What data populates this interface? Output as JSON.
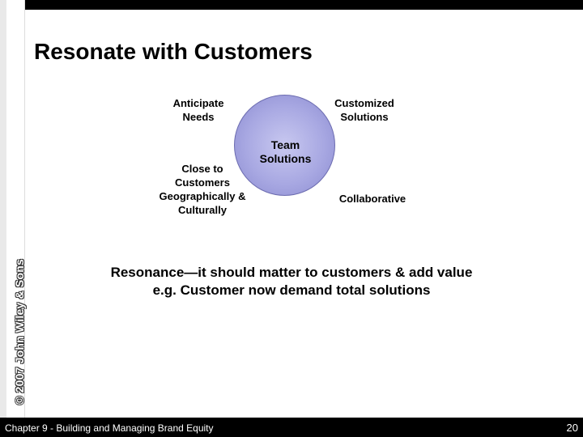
{
  "slide": {
    "title": "Resonate with Customers",
    "copyright": "© 2007 John Wiley & Sons",
    "diagram": {
      "center": "Team Solutions",
      "anticipate": "Anticipate Needs",
      "customized": "Customized Solutions",
      "close": "Close to Customers Geographically & Culturally",
      "collaborative": "Collaborative"
    },
    "resonance_line1": "Resonance—it should matter to customers & add value",
    "resonance_line2": "e.g. Customer now demand total solutions",
    "footer_text": "Chapter 9 - Building and Managing Brand Equity",
    "page_number": "20"
  },
  "colors": {
    "circle_fill": "#a8a8e2",
    "bars": "#000000"
  }
}
